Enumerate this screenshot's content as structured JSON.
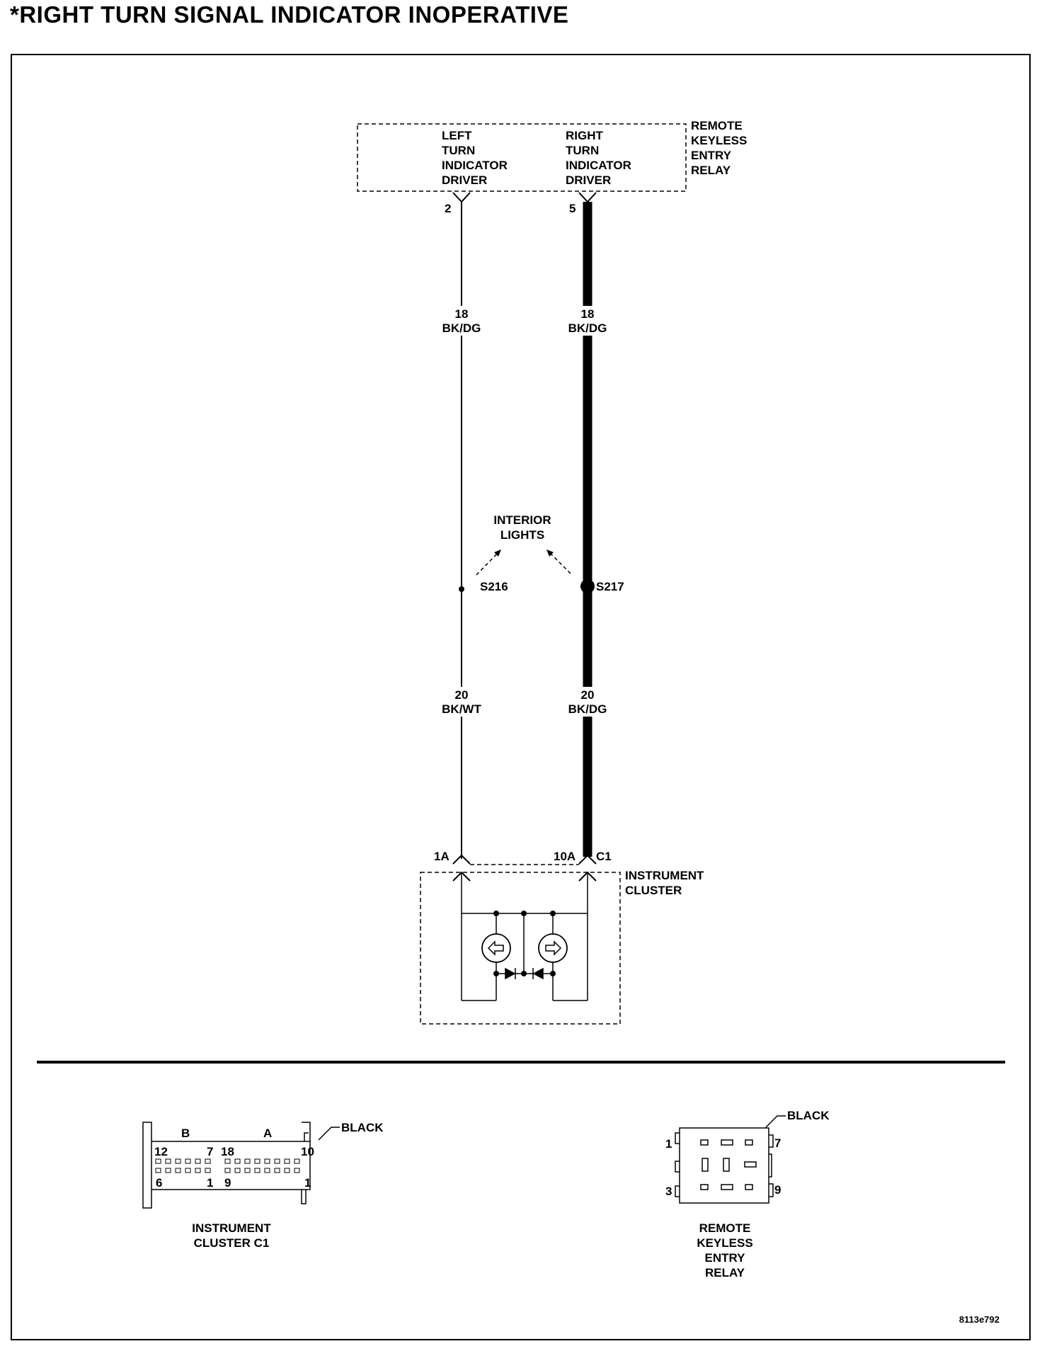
{
  "title": "*RIGHT TURN SIGNAL INDICATOR INOPERATIVE",
  "relay": {
    "name_lines": [
      "REMOTE",
      "KEYLESS",
      "ENTRY",
      "RELAY"
    ],
    "left_driver_lines": [
      "LEFT",
      "TURN",
      "INDICATOR",
      "DRIVER"
    ],
    "right_driver_lines": [
      "RIGHT",
      "TURN",
      "INDICATOR",
      "DRIVER"
    ],
    "left_pin": "2",
    "right_pin": "5"
  },
  "wires": {
    "left_upper": {
      "gauge": "18",
      "color": "BK/DG"
    },
    "right_upper": {
      "gauge": "18",
      "color": "BK/DG"
    },
    "left_lower": {
      "gauge": "20",
      "color": "BK/WT"
    },
    "right_lower": {
      "gauge": "20",
      "color": "BK/DG"
    }
  },
  "splices": {
    "left": "S216",
    "right": "S217",
    "destination_lines": [
      "INTERIOR",
      "LIGHTS"
    ]
  },
  "cluster": {
    "name_lines": [
      "INSTRUMENT",
      "CLUSTER"
    ],
    "left_pin": "1A",
    "right_pin": "10A",
    "connector": "C1"
  },
  "connector_views": {
    "cluster": {
      "color": "BLACK",
      "label_lines": [
        "INSTRUMENT",
        "CLUSTER C1"
      ],
      "row_labels": {
        "b": "B",
        "a": "A"
      },
      "pin_numbers": {
        "top_left": "12",
        "top_7": "7",
        "top_18": "18",
        "top_right": "10",
        "bottom_left": "6",
        "bottom_1": "1",
        "bottom_9": "9",
        "bottom_right": "1"
      }
    },
    "relay": {
      "color": "BLACK",
      "label_lines": [
        "REMOTE",
        "KEYLESS",
        "ENTRY",
        "RELAY"
      ],
      "pin_numbers": {
        "top_left": "1",
        "top_right": "7",
        "bottom_left": "3",
        "bottom_right": "9"
      }
    }
  },
  "figure_id": "8113e792"
}
